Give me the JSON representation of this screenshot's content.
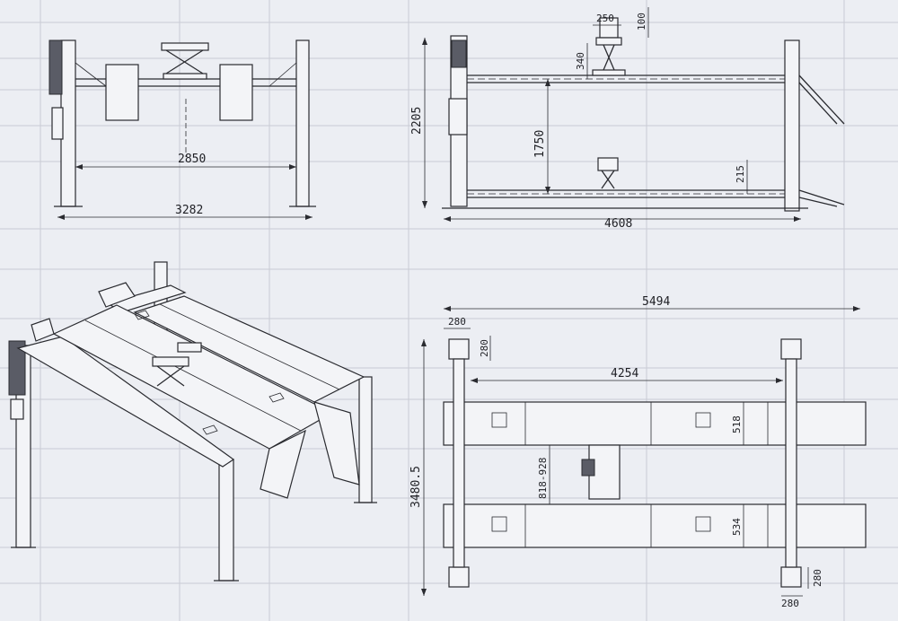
{
  "dimensions": {
    "front_inner_width": "2850",
    "front_overall_width": "3282",
    "jack_width": "250",
    "jack_pad_height": "100",
    "jack_raise": "340",
    "column_height": "2205",
    "max_lift_height": "1750",
    "min_height": "215",
    "side_length": "4608",
    "top_overall_length": "5494",
    "post_width": "280",
    "top_inner_length": "4254",
    "runway_width_upper": "518",
    "runway_width_lower": "534",
    "runway_gap": "818-928",
    "top_overall_width": "3480.5"
  }
}
